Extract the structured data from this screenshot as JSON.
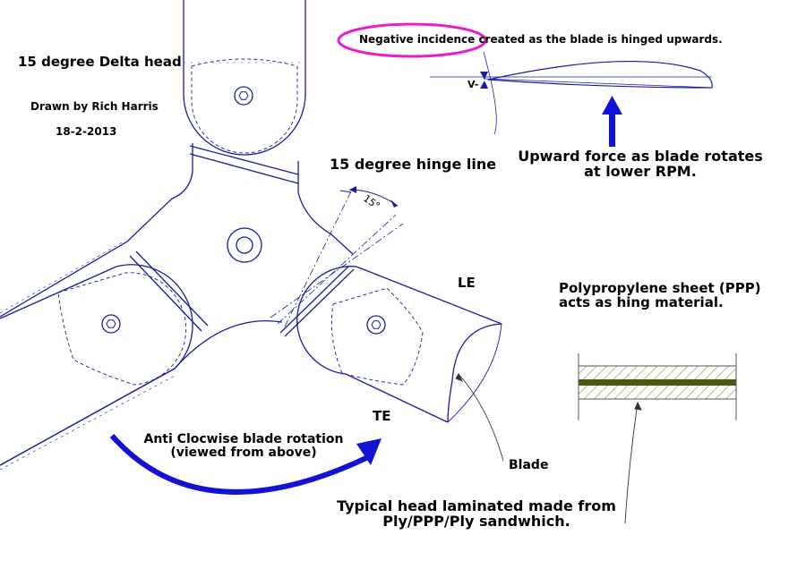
{
  "title": "15 degree Delta head",
  "author": "Drawn by Rich Harris",
  "date": "18-2-2013",
  "notes": {
    "negative_incidence": "Negative incidence created as the blade is hinged upwards.",
    "v_label": "V-",
    "upward_force_line1": "Upward force as blade rotates",
    "upward_force_line2": "at lower RPM.",
    "hinge_line": "15 degree hinge line",
    "angle": "15°",
    "le": "LE",
    "te": "TE",
    "ppp_line1": "Polypropylene sheet (PPP)",
    "ppp_line2": "acts as hing material.",
    "rotation_line1": "Anti Clocwise blade rotation",
    "rotation_line2": "(viewed from above)",
    "blade": "Blade",
    "typical_line1": "Typical head laminated made from",
    "typical_line2": "Ply/PPP/Ply sandwhich."
  },
  "colors": {
    "line": "#1a1aa6",
    "highlight": "#e81ec8",
    "arrow": "#1212d6",
    "core": "#4b5a10",
    "hatch": "#a89a4a"
  }
}
